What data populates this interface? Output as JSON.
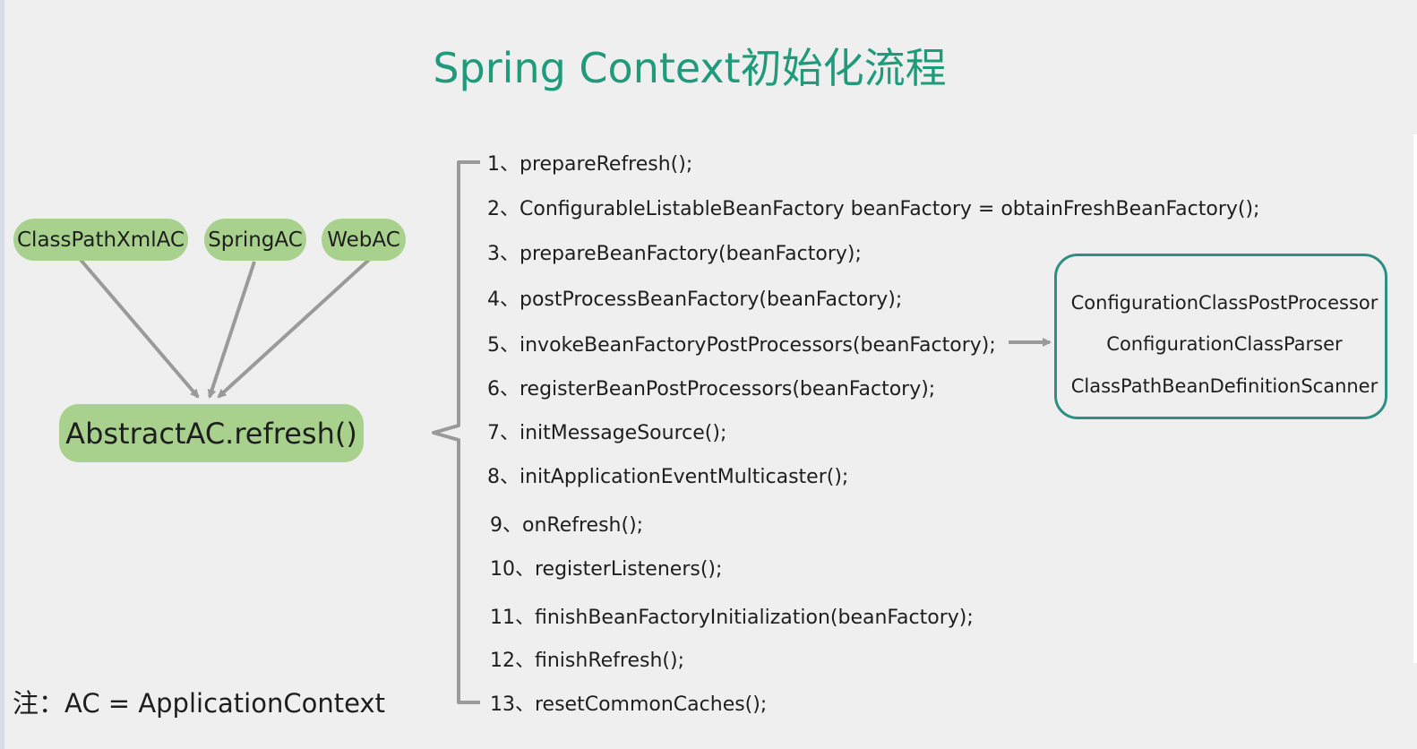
{
  "title": "Spring Context初始化流程",
  "implementations": [
    {
      "label": "ClassPathXmlAC"
    },
    {
      "label": "SpringAC"
    },
    {
      "label": "WebAC"
    }
  ],
  "entry": {
    "label": "AbstractAC.refresh()"
  },
  "steps": [
    {
      "num": "1、",
      "text": "prepareRefresh();"
    },
    {
      "num": "2、",
      "text": "ConfigurableListableBeanFactory beanFactory = obtainFreshBeanFactory();"
    },
    {
      "num": "3、",
      "text": "prepareBeanFactory(beanFactory);"
    },
    {
      "num": "4、",
      "text": "postProcessBeanFactory(beanFactory);"
    },
    {
      "num": "5、",
      "text": "invokeBeanFactoryPostProcessors(beanFactory);"
    },
    {
      "num": "6、",
      "text": "registerBeanPostProcessors(beanFactory);"
    },
    {
      "num": "7、",
      "text": "initMessageSource();"
    },
    {
      "num": "8、",
      "text": "initApplicationEventMulticaster();"
    },
    {
      "num": "9、",
      "text": "onRefresh();"
    },
    {
      "num": "10、",
      "text": "registerListeners();"
    },
    {
      "num": "11、",
      "text": "finishBeanFactoryInitialization(beanFactory);"
    },
    {
      "num": "12、",
      "text": "finishRefresh();"
    },
    {
      "num": "13、",
      "text": "resetCommonCaches();"
    }
  ],
  "processors": [
    {
      "label": "ConfigurationClassPostProcessor"
    },
    {
      "label": "ConfigurationClassParser"
    },
    {
      "label": "ClassPathBeanDefinitionScanner"
    }
  ],
  "note": "注：AC = ApplicationContext",
  "colors": {
    "title": "#1f9b7c",
    "node_fill": "#a9d18e",
    "box_border": "#2b8f84",
    "arrow": "#9a9a9a",
    "background": "#efefef"
  }
}
